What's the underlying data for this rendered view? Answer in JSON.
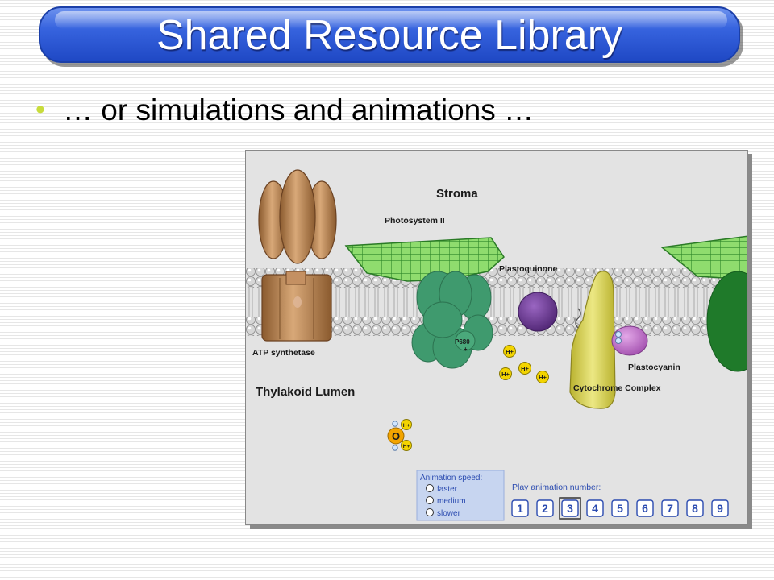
{
  "slide": {
    "title": "Shared Resource Library",
    "bullet": "… or simulations and animations …"
  },
  "simulation": {
    "labels": {
      "stroma": "Stroma",
      "photosystem": "Photosystem II",
      "plastoquinone": "Plastoquinone",
      "atp_synthetase": "ATP synthetase",
      "p680": "P680",
      "plastocyanin": "Plastocyanin",
      "cytochrome": "Cytochrome Complex",
      "lumen": "Thylakoid Lumen"
    },
    "ions": {
      "hplus": "H+",
      "plus": "+",
      "oxygen": "O"
    },
    "speed": {
      "title": "Animation speed:",
      "options": [
        "faster",
        "medium",
        "slower"
      ]
    },
    "play": {
      "label": "Play animation number:",
      "buttons": [
        "1",
        "2",
        "3",
        "4",
        "5",
        "6",
        "7",
        "8",
        "9"
      ],
      "selected": "3"
    },
    "colors": {
      "membrane_head": "#d6d6d6",
      "atp_synthase": "#c49062",
      "photosystem": "#55bb44",
      "ps_complex": "#3f9a6e",
      "plastoquinone": "#6a3d8f",
      "cytochrome": "#dcd85a",
      "plastocyanin": "#c079c8",
      "hplus": "#f3d400",
      "speed_box": "#c7d5f0",
      "play_button_text": "#2b4bb0"
    }
  }
}
